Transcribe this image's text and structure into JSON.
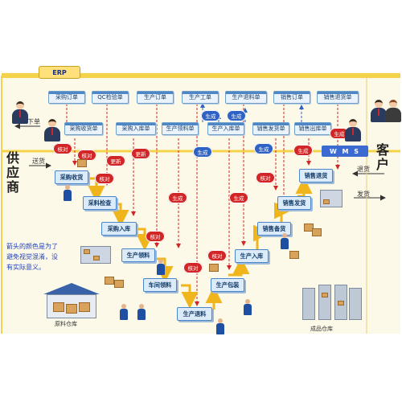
{
  "system_labels": {
    "erp": "ERP",
    "wms": "W M S"
  },
  "parties": {
    "supplier": "供应商",
    "customer": "客户"
  },
  "documents": {
    "purchase_order": "采购订单",
    "qc_inspection": "QC检验单",
    "production_order": "生产订单",
    "production_work_order": "生产工单",
    "production_return": "生产退料单",
    "sales_order": "销售订单",
    "sales_return": "销售退货单",
    "purchase_receipt": "采购收货单",
    "purchase_inbound": "采购入库单",
    "production_picking": "生产领料单",
    "production_inbound": "生产入库单",
    "sales_delivery": "销售发货单",
    "sales_outbound": "销售出库单"
  },
  "processes": {
    "purchase_receive": "采购收货",
    "material_check": "采料检查",
    "purchase_inbound": "采购入库",
    "production_picking": "生产领料",
    "workshop_picking": "车间领料",
    "production_return": "生产退料",
    "production_packing": "生产包装",
    "production_inbound": "生产入库",
    "sales_stocking": "销售备货",
    "sales_delivery": "销售发货",
    "sales_return": "销售退货"
  },
  "tags": {
    "verify": "核对",
    "update": "更新",
    "generate": "生成"
  },
  "flows": {
    "order_out": "下单",
    "deliver": "送货",
    "customer_return": "退货",
    "customer_ship": "发货"
  },
  "note": [
    "箭头的颜色是为了",
    "避免视觉混淆，没",
    "有实际意义。"
  ],
  "warehouses": {
    "raw": "原料仓库",
    "finished": "成品仓库"
  }
}
